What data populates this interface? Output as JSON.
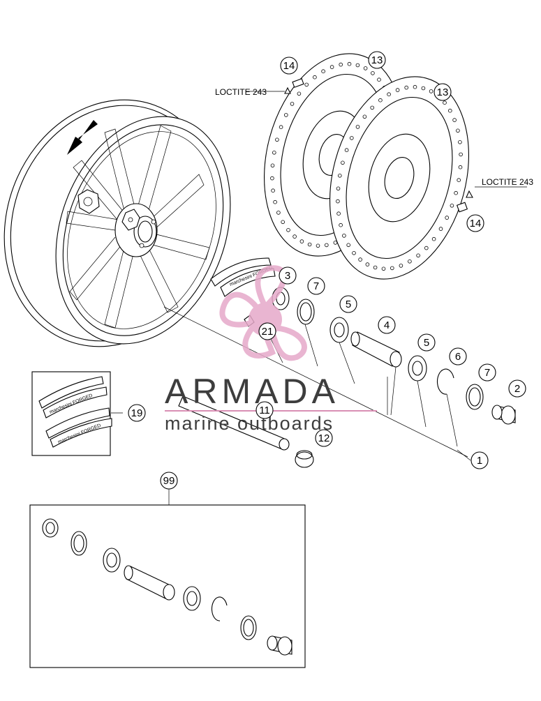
{
  "diagram": {
    "callouts": {
      "c1": "1",
      "c2": "2",
      "c3": "3",
      "c4": "4",
      "c5a": "5",
      "c5b": "5",
      "c6": "6",
      "c7a": "7",
      "c7b": "7",
      "c11": "11",
      "c12": "12",
      "c13a": "13",
      "c13b": "13",
      "c14a": "14",
      "c14b": "14",
      "c19": "19",
      "c21": "21",
      "c99": "99"
    },
    "loctite_labels": [
      "LOCTITE 243",
      "LOCTITE 243"
    ],
    "brand_labels": [
      "marchesini FORGED",
      "marchesini FORGED",
      "marchesini FORGED"
    ]
  },
  "watermark": {
    "title": "ARMADA",
    "subtitle": "marine outboards",
    "title_color": "#3d3d3d",
    "accent_color": "#d98fb4",
    "logo_color": "#e6a9c9"
  }
}
